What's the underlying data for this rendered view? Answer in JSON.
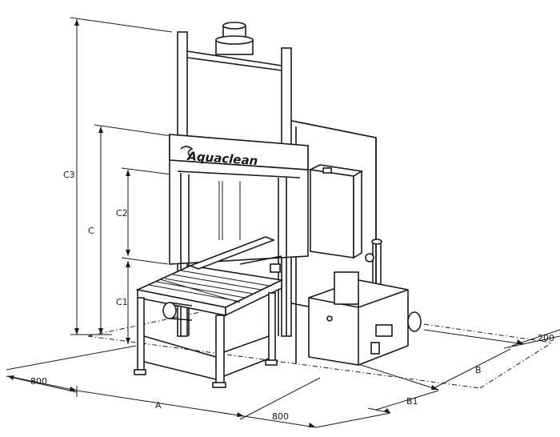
{
  "diagram": {
    "brand_label": "Aquaclean",
    "dimensions": {
      "c3": "C3",
      "c": "C",
      "c2": "C2",
      "c1": "C1",
      "width_left": "800",
      "a": "A",
      "width_bottom": "800",
      "b1": "B1",
      "b": "B",
      "depth_right": "200"
    }
  }
}
